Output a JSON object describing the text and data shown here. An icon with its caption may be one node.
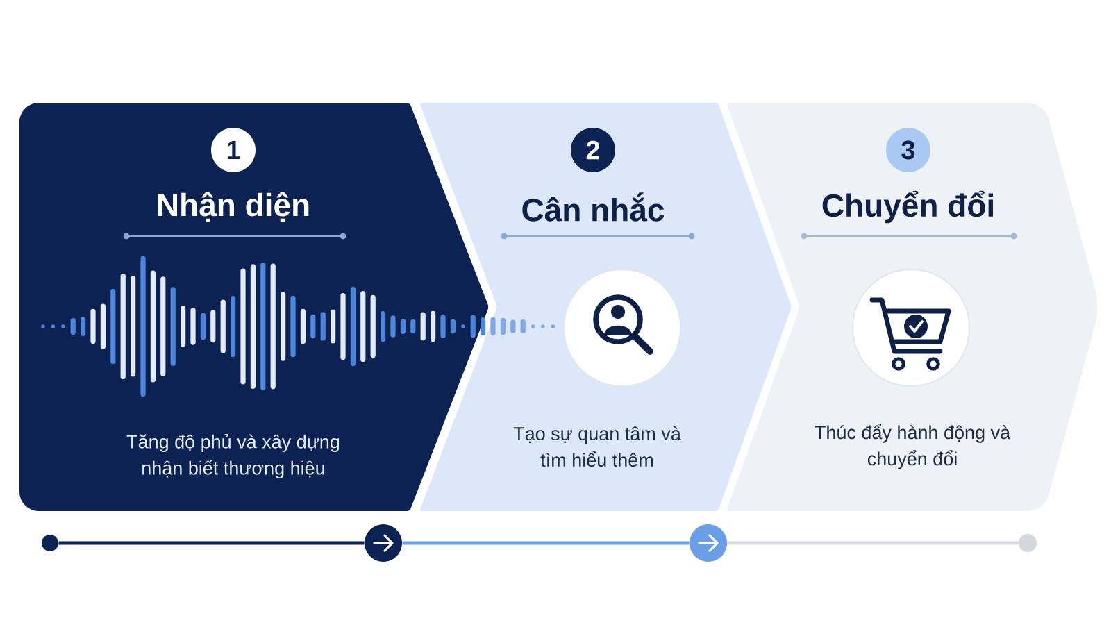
{
  "diagram": {
    "nodes": [
      {
        "text": [
          "Nhận diện",
          "Tăng độ phủ và xây dựng nhận biết thương hiệu"
        ]
      },
      {
        "text": [
          "1"
        ],
        "in": 0
      },
      {
        "text": [
          "Cân nhắc",
          "Tạo sự quan tâm và tìm hiểu thêm"
        ]
      },
      {
        "text": [
          "2"
        ],
        "in": 2
      },
      {
        "text": [
          "Chuyển đổi",
          "Thúc đẩy hành động và chuyển đổi"
        ]
      },
      {
        "text": [
          "3"
        ],
        "in": 4
      },
      {
        "text": [],
        "shape": "circle"
      },
      {
        "text": [],
        "shape": "circle"
      },
      {
        "text": [],
        "shape": "circle"
      },
      {
        "text": [],
        "shape": "circle"
      }
    ],
    "edges": [
      {
        "from": 6,
        "to": 7,
        "arrow": "none",
        "color": "#0b2252"
      },
      {
        "from": 7,
        "to": 8,
        "arrow": "none",
        "color": "#6a9fe8"
      },
      {
        "from": 8,
        "to": 9,
        "arrow": "none",
        "color": "#d4d7de"
      }
    ]
  }
}
